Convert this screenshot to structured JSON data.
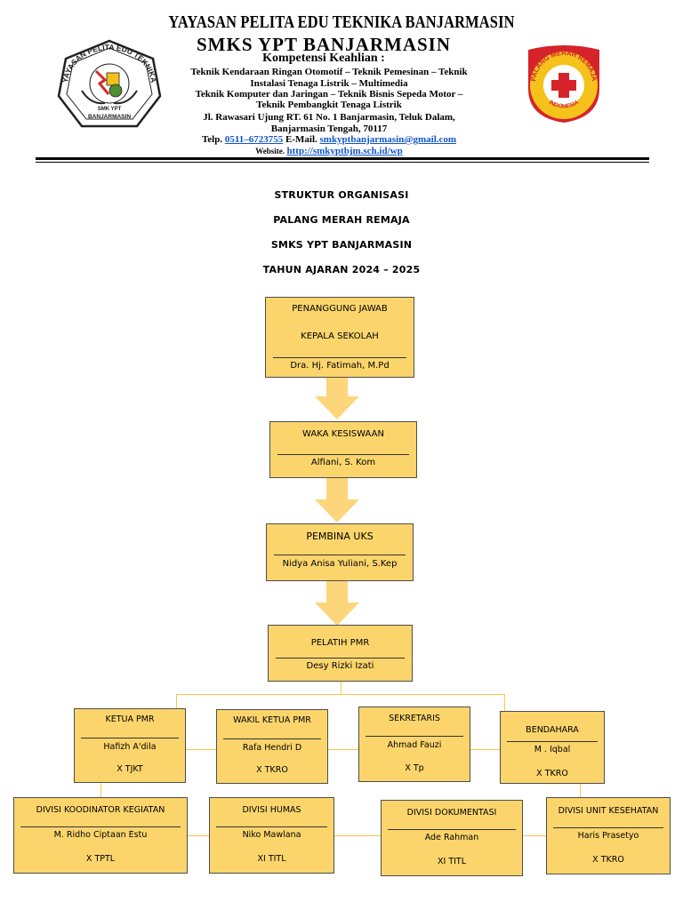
{
  "header": {
    "foundation": "YAYASAN PELITA EDU TEKNIKA BANJARMASIN",
    "school": "SMKS YPT BANJARMASIN",
    "competency_label": "Kompetensi Keahlian   :",
    "competency_lines": [
      "Teknik Kendaraan Ringan Otomotif – Teknik Pemesinan – Teknik",
      "Instalasi Tenaga Listrik – Multimedia",
      "Teknik Komputer dan Jaringan – Teknik Bisnis Sepeda Motor –",
      "Teknik Pembangkit Tenaga Listrik"
    ],
    "address_lines": [
      "Jl. Rawasari Ujung RT. 61 No. 1 Banjarmasin, Teluk Dalam,",
      "Banjarmasin Tengah, 70117"
    ],
    "telp_label": "Telp",
    "telp_sep": ".",
    "telp_value": "0511–6723755",
    "email_label": " E-Mail.",
    "email_value": "smkyptbanjarmasin@gmail.com",
    "website_label": "Website.",
    "website_value": "http://smkyptbjm.sch.id/wp"
  },
  "left_logo": {
    "ring_text": "YAYASAN PELITA EDU TEKNIKA",
    "inner_lines": [
      "SMK YPT",
      "BANJARMASIN"
    ],
    "colors": {
      "ring": "#ffffff",
      "border": "#222222",
      "red": "#d42a2a",
      "yellow": "#f2c11c",
      "green": "#4f8f2f"
    }
  },
  "right_logo": {
    "ring_text_top": "PALANG MERAH REMAJA",
    "ring_text_bottom": "INDONESIA",
    "colors": {
      "outer": "#d6232a",
      "ring": "#f4c21b",
      "cross": "#d6232a"
    }
  },
  "titles": [
    "STRUKTUR ORGANISASI",
    "PALANG MERAH REMAJA",
    "SMKS YPT BANJARMASIN",
    "TAHUN AJARAN 2024 – 2025"
  ],
  "boxes": {
    "penanggung_jawab": {
      "label": "PENANGGUNG JAWAB",
      "sublabel": "KEPALA SEKOLAH",
      "name": "Dra. Hj. Fatimah, M.Pd"
    },
    "waka": {
      "label": "WAKA KESISWAAN",
      "name": "Alfiani, S. Kom"
    },
    "pembina": {
      "label": "PEMBINA UKS",
      "name": "Nidya Anisa Yuliani, S.Kep"
    },
    "pelatih": {
      "label": "PELATIH PMR",
      "name": "Desy Rizki Izati"
    },
    "ketua": {
      "label": "KETUA PMR",
      "name": "Hafizh A'dila",
      "class": "X TJKT"
    },
    "wakil": {
      "label": "WAKIL KETUA PMR",
      "name": "Rafa Hendri D",
      "class": "X TKRO"
    },
    "sekretaris": {
      "label": "SEKRETARIS",
      "name": "Ahmad Fauzi",
      "class": "X Tp"
    },
    "bendahara": {
      "label": "BENDAHARA",
      "name": "M . Iqbal",
      "class": "X TKRO"
    },
    "div_kegiatan": {
      "label": "DIVISI KOODINATOR KEGIATAN",
      "name": "M. Ridho Ciptaan Estu",
      "class": "X TPTL"
    },
    "div_humas": {
      "label": "DIVISI HUMAS",
      "name": "Niko Mawlana",
      "class": "XI TITL"
    },
    "div_dokumentasi": {
      "label": "DIVISI DOKUMENTASI",
      "name": "Ade Rahman",
      "class": "XI TITL"
    },
    "div_kesehatan": {
      "label": "DIVISI  UNIT KESEHATAN",
      "name": "Haris Prasetyo",
      "class": "X TKRO"
    }
  },
  "colors": {
    "box_fill": "#fbd56c",
    "arrow_fill": "#fdd57a",
    "connector": "#f6c84a",
    "link": "#1155cc"
  }
}
